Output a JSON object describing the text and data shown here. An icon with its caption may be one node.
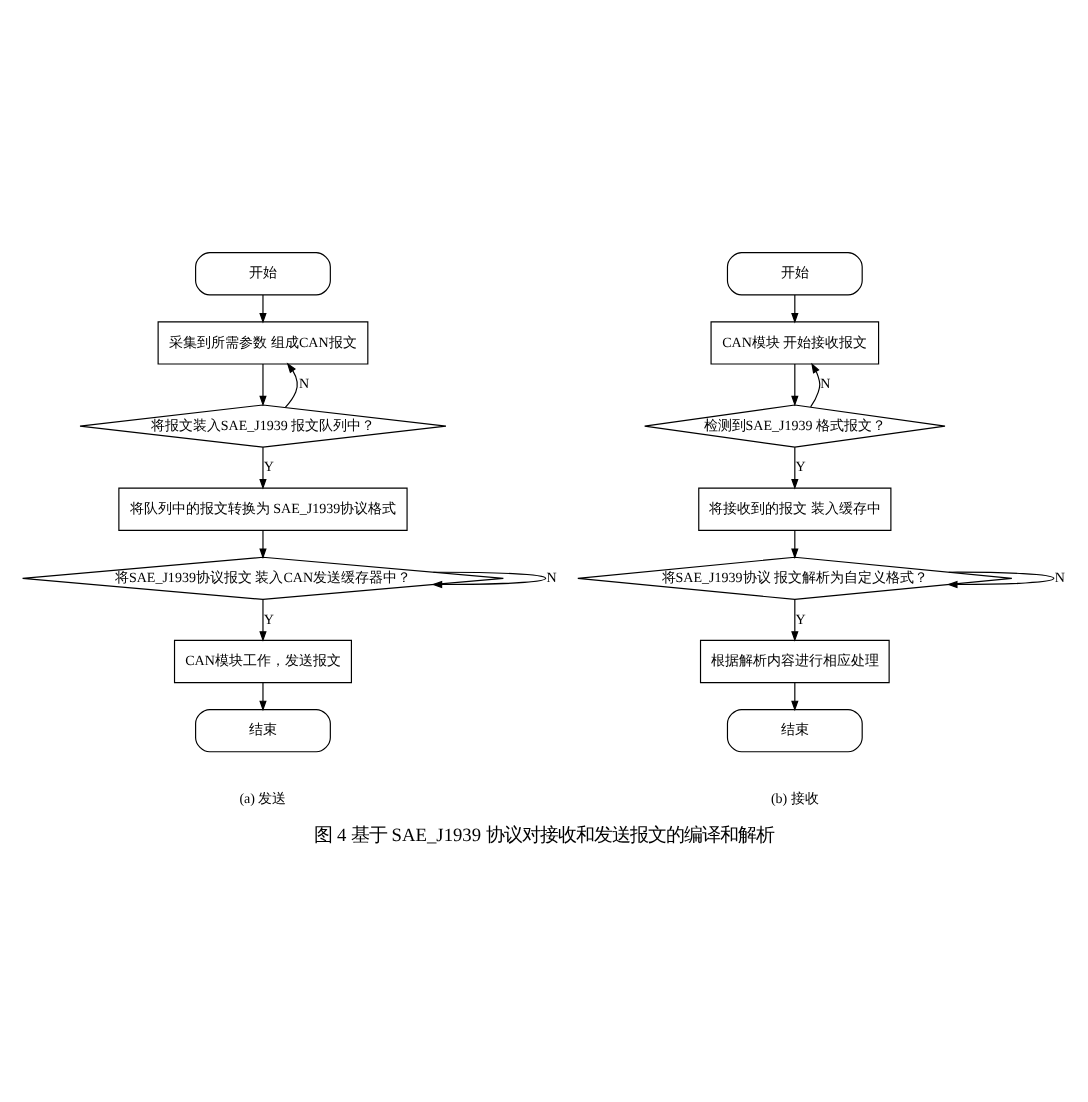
{
  "diagram": {
    "caption": "图 4 基于 SAE_J1939 协议对接收和发送报文的编译和解析",
    "nodes": [
      {
        "text": [
          "开始"
        ]
      },
      {
        "text": [
          "采集到所需参数 组成CAN报文"
        ]
      },
      {
        "text": [
          "将报文装入SAE_J1939 报文队列中？"
        ]
      },
      {
        "text": [
          "将队列中的报文转换为 SAE_J1939协议格式"
        ]
      },
      {
        "text": [
          "将SAE_J1939协议报文 装入CAN发送缓存器中？"
        ]
      },
      {
        "text": [
          "CAN模块工作，发送报文"
        ]
      },
      {
        "text": [
          "结束"
        ]
      },
      {
        "text": [
          "开始"
        ]
      },
      {
        "text": [
          "CAN模块 开始接收报文"
        ]
      },
      {
        "text": [
          "检测到SAE_J1939 格式报文？"
        ]
      },
      {
        "text": [
          "将接收到的报文 装入缓存中"
        ]
      },
      {
        "text": [
          "将SAE_J1939协议 报文解析为自定义格式？"
        ]
      },
      {
        "text": [
          "根据解析内容进行相应处理"
        ]
      },
      {
        "text": [
          "结束"
        ]
      }
    ],
    "edges": [
      {
        "from": 0,
        "to": 1,
        "arrow": "to"
      },
      {
        "from": 1,
        "to": 2,
        "arrow": "to"
      },
      {
        "from": 2,
        "to": 1,
        "label": "N",
        "arrow": "to"
      },
      {
        "from": 2,
        "to": 3,
        "label": "Y",
        "arrow": "to"
      },
      {
        "from": 3,
        "to": 4,
        "arrow": "to"
      },
      {
        "from": 4,
        "to": 4,
        "label": "N",
        "arrow": "to"
      },
      {
        "from": 4,
        "to": 5,
        "label": "Y",
        "arrow": "to"
      },
      {
        "from": 5,
        "to": 6,
        "arrow": "to"
      },
      {
        "from": 7,
        "to": 8,
        "arrow": "to"
      },
      {
        "from": 8,
        "to": 9,
        "arrow": "to"
      },
      {
        "from": 9,
        "to": 8,
        "label": "N",
        "arrow": "to"
      },
      {
        "from": 9,
        "to": 10,
        "label": "Y",
        "arrow": "to"
      },
      {
        "from": 10,
        "to": 11,
        "arrow": "to"
      },
      {
        "from": 11,
        "to": 11,
        "label": "N",
        "arrow": "to"
      },
      {
        "from": 11,
        "to": 12,
        "label": "Y",
        "arrow": "to"
      },
      {
        "from": 12,
        "to": 13,
        "arrow": "to"
      }
    ],
    "labels": [
      "(a) 发送",
      "(b) 接收"
    ]
  }
}
